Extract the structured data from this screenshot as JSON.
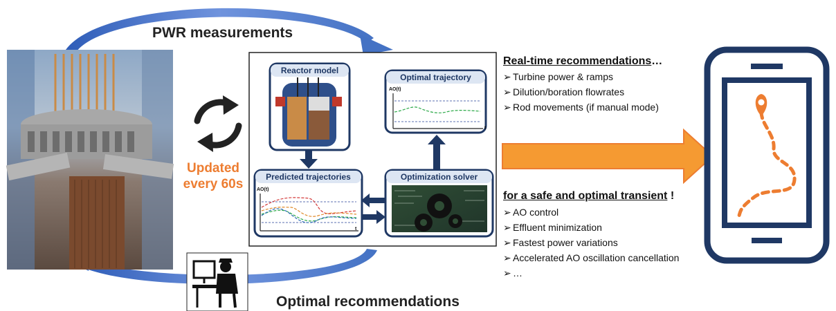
{
  "loop": {
    "top_label": "PWR measurements",
    "bottom_label": "Optimal recommendations",
    "update_line1": "Updated",
    "update_line2": "every 60s"
  },
  "panels": {
    "reactor_model": "Reactor model",
    "optimal_trajectory": "Optimal trajectory",
    "predicted_trajectories": "Predicted trajectories",
    "optimization_solver": "Optimization solver",
    "axis_ao": "AO(t)",
    "axis_t": "t"
  },
  "realtime": {
    "header": "Real-time recommendations",
    "header_tail": "…",
    "items": [
      "Turbine power & ramps",
      "Dilution/boration flowrates",
      "Rod movements (if manual mode)"
    ]
  },
  "safe": {
    "header": "for a safe and optimal transient",
    "header_tail": " !",
    "items": [
      "AO control",
      "Effluent minimization",
      "Fastest power variations",
      "Accelerated AO oscillation cancellation",
      "…"
    ]
  },
  "bullet_glyph": "➢",
  "colors": {
    "loop_arrow": "#4472C4",
    "accent_orange": "#ED7D31",
    "panel_border": "#1F3864",
    "panel_title_bg": "#DDE6F3"
  }
}
